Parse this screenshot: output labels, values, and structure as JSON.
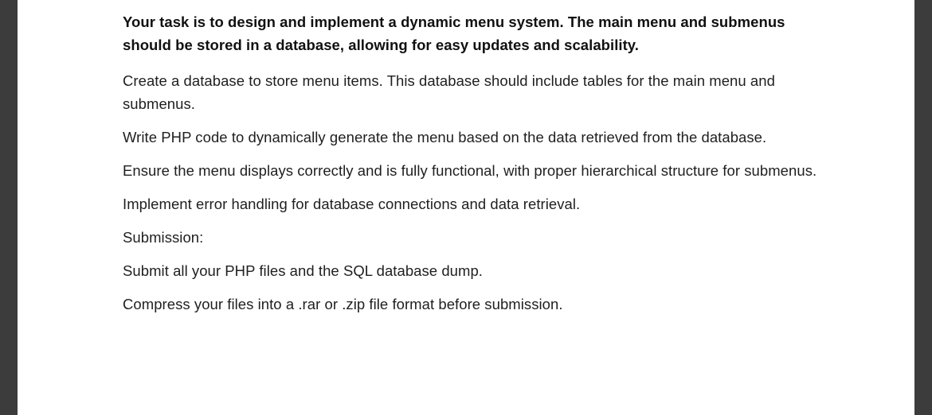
{
  "document": {
    "paragraphs": [
      {
        "text": "Your task is to design and implement a dynamic menu system. The main menu and submenus should be stored in a database, allowing for easy updates and scalability.",
        "bold": true
      },
      {
        "text": "Create a database to store menu items. This database should include tables for the main menu and submenus.",
        "bold": false
      },
      {
        "text": "Write PHP code to dynamically generate the menu based on the data retrieved from the database.",
        "bold": false
      },
      {
        "text": "Ensure the menu displays correctly and is fully functional, with proper hierarchical structure for submenus.",
        "bold": false
      },
      {
        "text": "Implement error handling for database connections and data retrieval.",
        "bold": false
      },
      {
        "text": "Submission:",
        "bold": false
      },
      {
        "text": "Submit all your PHP files and the SQL database dump.",
        "bold": false
      },
      {
        "text": "Compress your files into a .rar or .zip file format before submission.",
        "bold": false
      }
    ]
  },
  "colors": {
    "viewer_background": "#3c3c3c",
    "page_background": "#ffffff",
    "text": "#1f1f1f"
  }
}
